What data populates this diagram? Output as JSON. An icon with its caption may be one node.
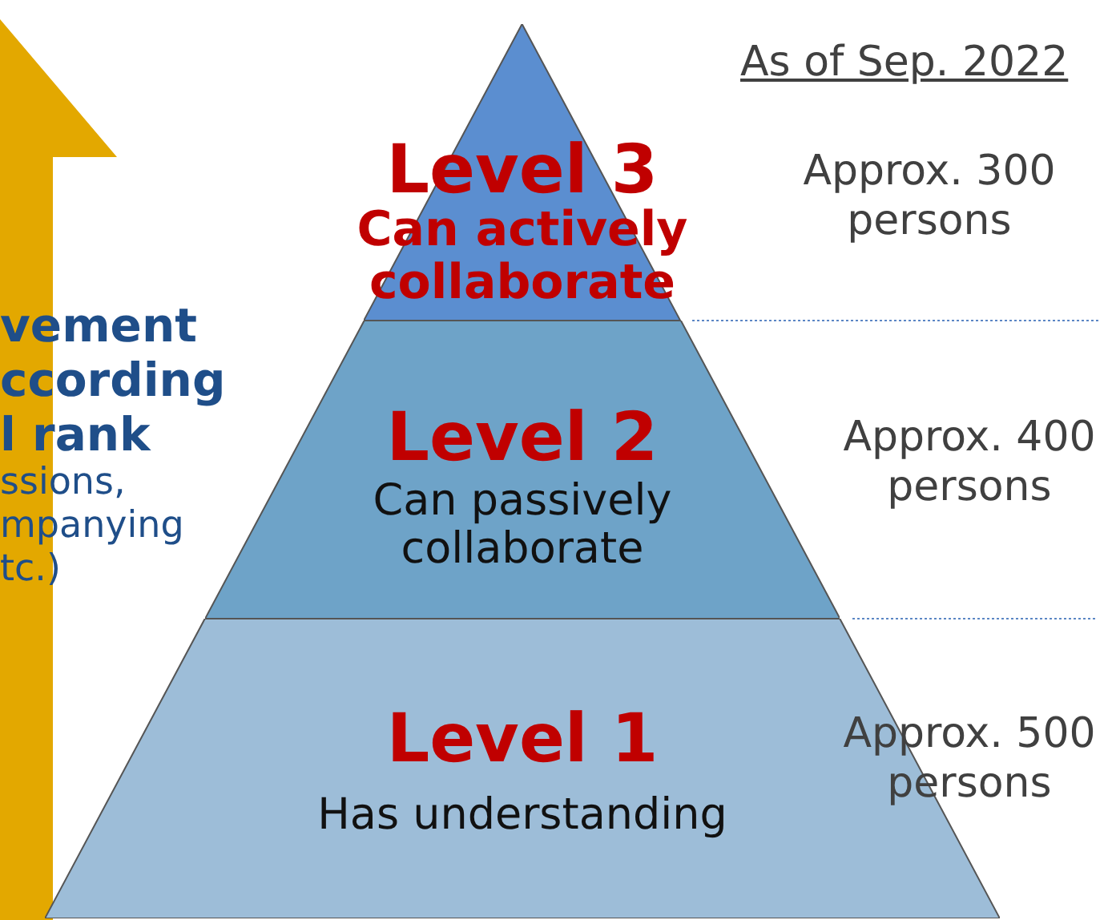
{
  "diagram": {
    "nodes": [
      {
        "text": [
          "Level 3",
          "Can actively collaborate"
        ],
        "beside": [
          "Approx. 300 persons"
        ]
      },
      {
        "text": [
          "Level 2",
          "Can passively collaborate"
        ],
        "beside": [
          "Approx. 400 persons"
        ]
      },
      {
        "text": [
          "Level 1",
          "Has understanding"
        ],
        "beside": [
          "Approx. 500 persons"
        ]
      }
    ],
    "edges": [],
    "labels": [
      "As of Sep. 2022",
      "vement ccording l rank",
      "ssions, mpanying tc.)"
    ]
  }
}
